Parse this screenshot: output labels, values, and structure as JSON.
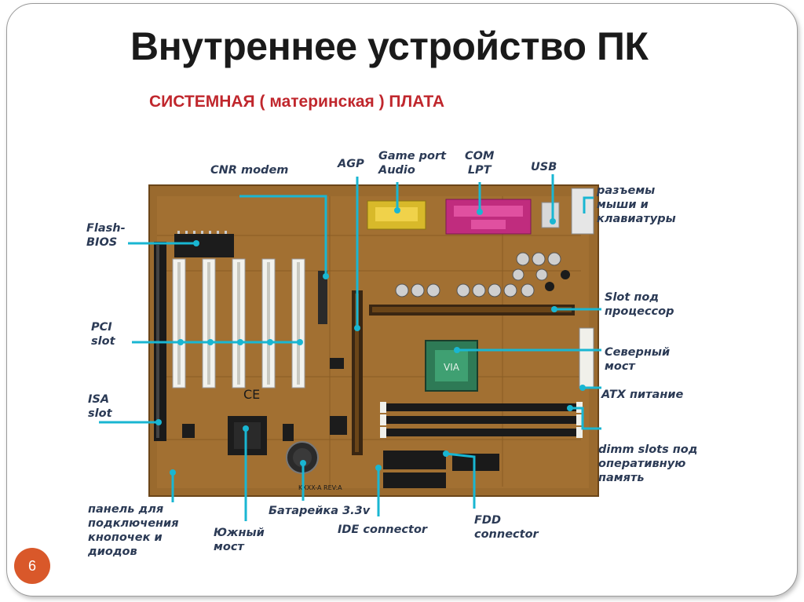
{
  "slide": {
    "title": "Внутреннее устройство ПК",
    "subtitle": "СИСТЕМНАЯ ( материнская ) ПЛАТА",
    "page_number": "6"
  },
  "board_text": {
    "ce_mark": "CE",
    "serial": "KXXX-A REV:A"
  },
  "labels": {
    "cnr_modem": "CNR modem",
    "agp": "AGP",
    "game_port": "Game port\nAudio",
    "com_lpt": "COM\nLPT",
    "usb": "USB",
    "mouse_kbd": "разъемы\nмыши и\nклавиатуры",
    "flash_bios": "Flash-\nBIOS",
    "pci_slot": "PCI\nslot",
    "isa_slot": "ISA\nslot",
    "cpu_slot": "Slot под\nпроцессор",
    "north_bridge": "Северный\nмост",
    "atx_power": "ATX питание",
    "dimm_slots": "dimm slots под\nоперативную\nпамять",
    "panel": "панель для\nподключения\nкнопочек и\nдиодов",
    "south_bridge": "Южный\nмост",
    "battery": "Батарейка 3.3v",
    "ide": "IDE connector",
    "fdd": "FDD\nconnector"
  },
  "colors": {
    "title": "#1a1a1a",
    "subtitle": "#c0272d",
    "label_text": "#2b3a55",
    "pointer_line": "#19b6d2",
    "board": "#9a6a2e",
    "page_badge": "#d9582a"
  }
}
